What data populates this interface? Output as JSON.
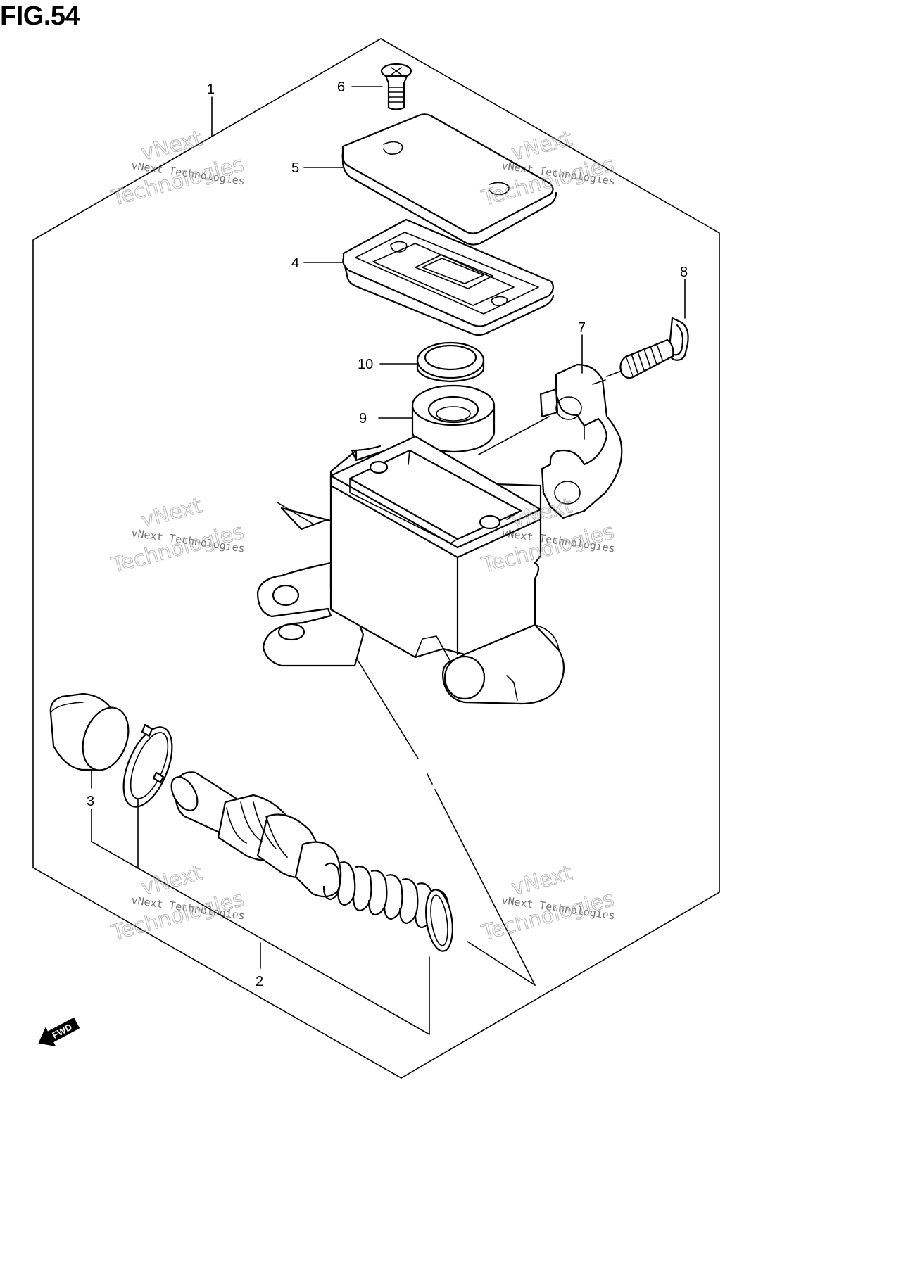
{
  "figure": {
    "title": "FIG.54"
  },
  "callouts": {
    "c1": "1",
    "c2": "2",
    "c3": "3",
    "c4": "4",
    "c5": "5",
    "c6": "6",
    "c7": "7",
    "c8": "8",
    "c9": "9",
    "c10": "10"
  },
  "watermark": {
    "line1": "vNext Technologies",
    "line2": "vNext",
    "line3": "Technologies"
  },
  "fwd_label": "FWD"
}
